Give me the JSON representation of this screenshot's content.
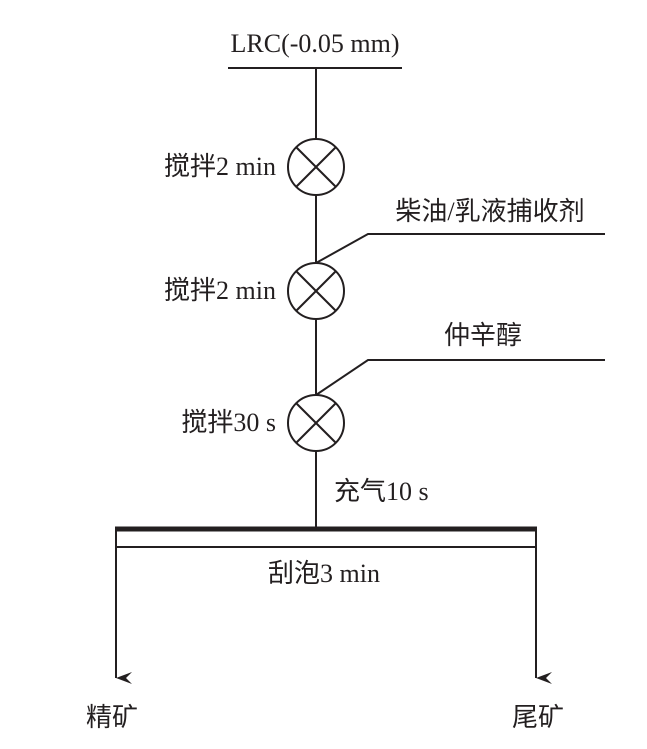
{
  "feed": "LRC(-0.05 mm)",
  "steps": [
    {
      "label": "搅拌2 min"
    },
    {
      "label": "搅拌2 min"
    },
    {
      "label": "搅拌30 s"
    }
  ],
  "reagents": [
    "柴油/乳液捕收剂",
    "仲辛醇"
  ],
  "aeration": "充气10 s",
  "flotation": "刮泡3 min",
  "products": {
    "concentrate": "精矿",
    "tailings": "尾矿"
  },
  "colors": {
    "line": "#231f20"
  }
}
